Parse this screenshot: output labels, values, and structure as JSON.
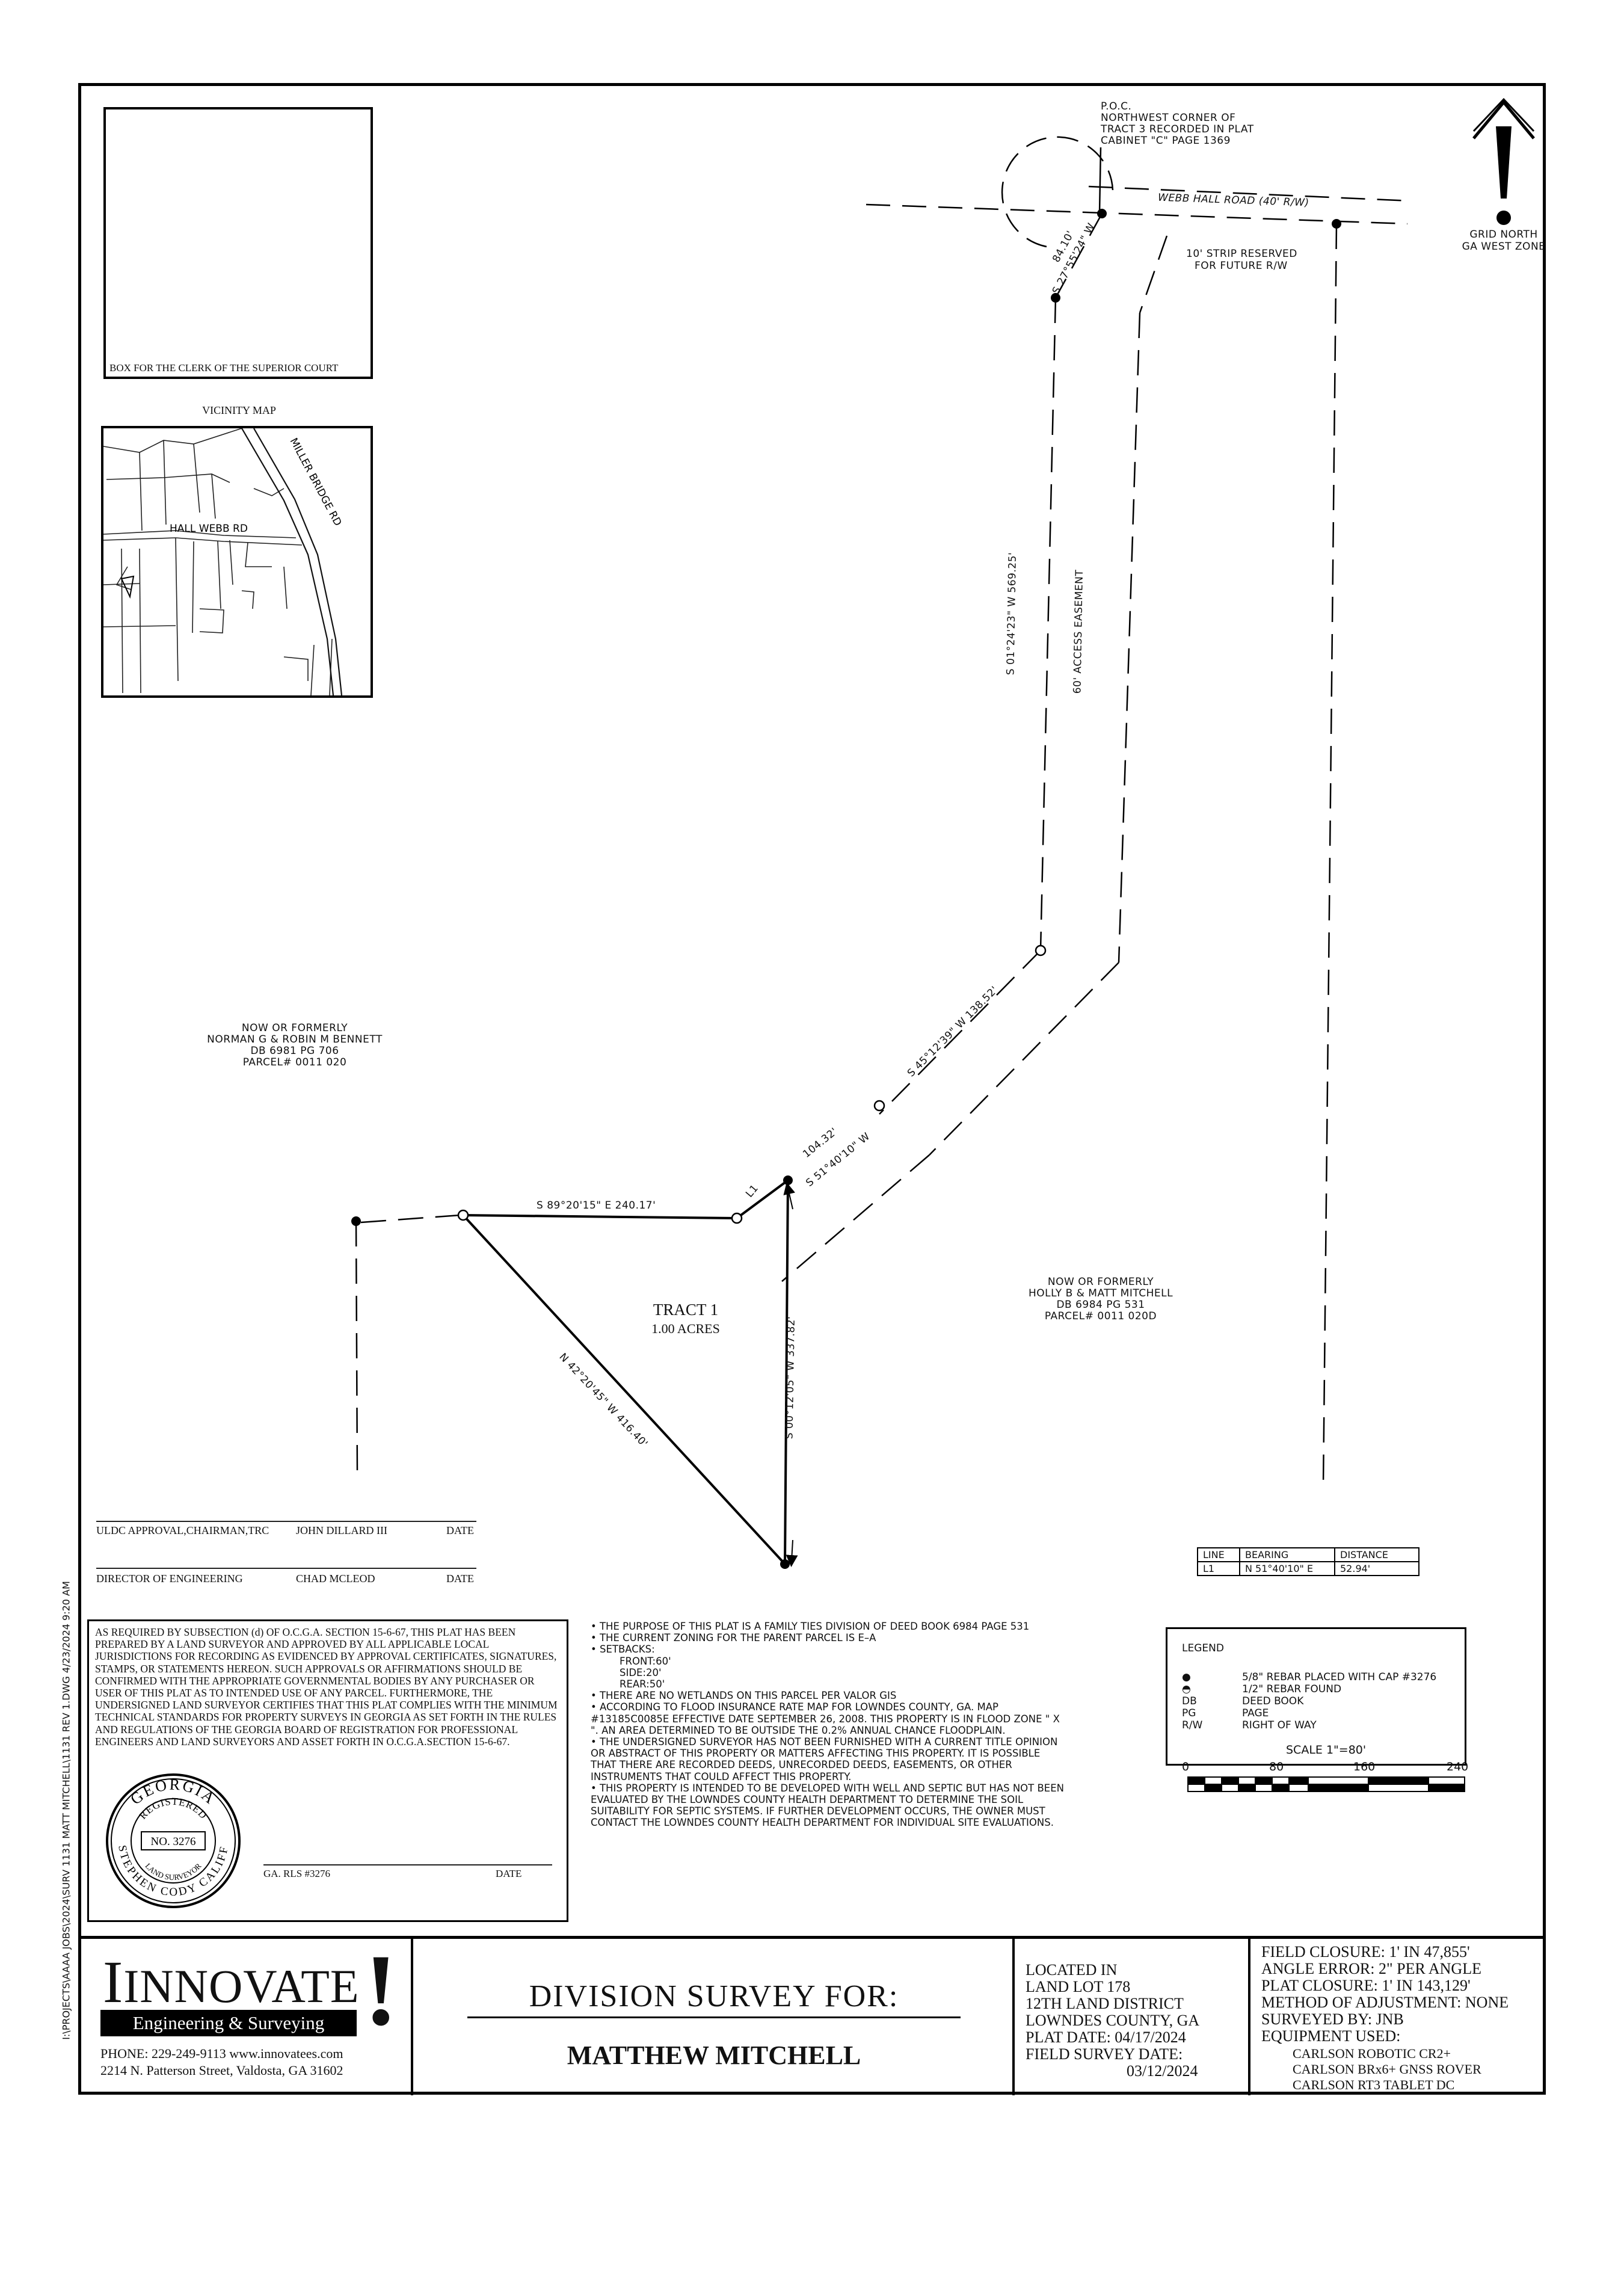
{
  "clerk_box": {
    "label": "BOX FOR THE CLERK OF THE SUPERIOR COURT"
  },
  "vicinity_map": {
    "title": "VICINITY MAP",
    "road_1": "MILLER BRIDGE RD",
    "road_2": "HALL WEBB RD"
  },
  "signatures": {
    "row1": {
      "role": "ULDC APPROVAL,CHAIRMAN,TRC",
      "name": "JOHN DILLARD III",
      "date": "DATE"
    },
    "row2": {
      "role": "DIRECTOR OF ENGINEERING",
      "name": "CHAD MCLEOD",
      "date": "DATE"
    }
  },
  "file_path": "I:\\PROJECTS\\AAAA JOBS\\2024\\SURV 1131 MATT MITCHELL\\1131 REV 1.DWG 4/23/2024 9:20 AM",
  "certificate": {
    "text": "AS REQUIRED BY SUBSECTION (d) OF O.C.G.A. SECTION 15-6-67, THIS PLAT HAS BEEN PREPARED BY A LAND SURVEYOR AND APPROVED BY ALL APPLICABLE LOCAL JURISDICTIONS FOR RECORDING AS EVIDENCED BY APPROVAL CERTIFICATES, SIGNATURES, STAMPS, OR STATEMENTS HEREON. SUCH APPROVALS OR AFFIRMATIONS SHOULD BE CONFIRMED WITH THE APPROPRIATE GOVERNMENTAL BODIES BY ANY PURCHASER OR USER OF THIS PLAT AS TO INTENDED USE OF ANY PARCEL. FURTHERMORE, THE UNDERSIGNED LAND SURVEYOR CERTIFIES THAT THIS PLAT COMPLIES WITH THE MINIMUM TECHNICAL STANDARDS FOR PROPERTY SURVEYS IN GEORGIA AS SET FORTH IN THE RULES AND REGULATIONS OF THE GEORGIA BOARD OF REGISTRATION FOR PROFESSIONAL ENGINEERS AND LAND SURVEYORS AND ASSET FORTH IN O.C.G.A.SECTION 15-6-67.",
    "rls": "GA. RLS #3276",
    "date": "DATE",
    "seal": {
      "state": "GEORGIA",
      "registered": "REGISTERED",
      "number": "NO. 3276",
      "land_surveyor": "LAND SURVEYOR",
      "name": "STEPHEN CODY CALIFF"
    }
  },
  "notes": [
    "•   THE PURPOSE OF THIS PLAT IS A FAMILY TIES DIVISION OF DEED BOOK 6984 PAGE 531",
    "•   THE CURRENT ZONING FOR THE PARENT PARCEL IS E–A",
    "•   SETBACKS:",
    "FRONT:60'",
    "SIDE:20'",
    "REAR:50'",
    "•   THERE ARE NO WETLANDS ON THIS PARCEL PER VALOR GIS",
    "•   ACCORDING TO FLOOD INSURANCE RATE MAP FOR LOWNDES COUNTY, GA. MAP #13185C0085E EFFECTIVE DATE SEPTEMBER 26, 2008. THIS PROPERTY IS IN FLOOD ZONE \" X \". AN AREA DETERMINED TO BE OUTSIDE THE 0.2% ANNUAL CHANCE FLOODPLAIN.",
    "•   THE UNDERSIGNED SURVEYOR HAS NOT BEEN FURNISHED WITH A CURRENT TITLE OPINION OR ABSTRACT OF THIS PROPERTY OR MATTERS AFFECTING THIS PROPERTY. IT IS POSSIBLE THAT THERE ARE RECORDED DEEDS, UNRECORDED DEEDS, EASEMENTS, OR OTHER INSTRUMENTS THAT COULD AFFECT THIS PROPERTY.",
    "•   THIS PROPERTY IS INTENDED TO BE DEVELOPED WITH WELL AND SEPTIC BUT HAS NOT BEEN EVALUATED BY THE LOWNDES COUNTY HEALTH DEPARTMENT TO DETERMINE THE SOIL SUITABILITY FOR SEPTIC SYSTEMS. IF FURTHER DEVELOPMENT OCCURS, THE OWNER MUST CONTACT THE LOWNDES COUNTY HEALTH DEPARTMENT FOR INDIVIDUAL SITE EVALUATIONS."
  ],
  "line_table": {
    "headers": [
      "LINE",
      "BEARING",
      "DISTANCE"
    ],
    "rows": [
      [
        "L1",
        "N 51°40'10\" E",
        "52.94'"
      ]
    ]
  },
  "legend": {
    "title": "LEGEND",
    "items": [
      {
        "symbol": "●",
        "text": "5/8\" REBAR PLACED WITH CAP #3276"
      },
      {
        "symbol": "◓",
        "text": "1/2\" REBAR FOUND"
      },
      {
        "symbol": "DB",
        "text": "DEED BOOK"
      },
      {
        "symbol": "PG",
        "text": "PAGE"
      },
      {
        "symbol": "R/W",
        "text": "RIGHT OF WAY"
      }
    ]
  },
  "scale": {
    "label": "SCALE 1\"=80'",
    "ticks": [
      "0",
      "80",
      "160",
      "240"
    ]
  },
  "north": {
    "line1": "GRID NORTH",
    "line2": "GA WEST ZONE"
  },
  "plat": {
    "poc": [
      "P.O.C.",
      "NORTHWEST CORNER OF",
      "TRACT 3 RECORDED IN PLAT",
      "CABINET \"C\" PAGE 1369"
    ],
    "road": "WEBB HALL ROAD (40' R/W)",
    "strip": [
      "10' STRIP RESERVED",
      "FOR FUTURE R/W"
    ],
    "call_poc_bearing": "S 27°55'24\" W",
    "call_poc_distance": "84.10'",
    "call_long": "S 01°24'23\" W 569.25'",
    "easement": "60' ACCESS EASEMENT",
    "call_diag": "S 45°12'39\" W 138.52'",
    "call_short_distance": "104.32'",
    "call_short_bearing": "S 51°40'10\" W",
    "l1": "L1",
    "call_top": "S 89°20'15\" E 240.17'",
    "call_right": "S 00°12'05\" W 337.82'",
    "call_hyp": "N 42°20'45\" W 416.40'",
    "tract_name": "TRACT 1",
    "tract_area": "1.00 ACRES",
    "owner_left": [
      "NOW OR FORMERLY",
      "NORMAN G & ROBIN M BENNETT",
      "DB 6981 PG 706",
      "PARCEL# 0011 020"
    ],
    "owner_right": [
      "NOW OR FORMERLY",
      "HOLLY B & MATT MITCHELL",
      "DB 6984 PG 531",
      "PARCEL# 0011 020D"
    ]
  },
  "title_block": {
    "company_name": "INNOVATE",
    "company_mark": "!",
    "company_sub": "Engineering & Surveying",
    "phone": "PHONE: 229-249-9113  www.innovatees.com",
    "address": "2214 N. Patterson Street, Valdosta, GA 31602",
    "survey_title": "DIVISION  SURVEY FOR:",
    "client": "MATTHEW MITCHELL",
    "location": [
      "LOCATED IN",
      "LAND LOT 178",
      "12TH LAND DISTRICT",
      "LOWNDES COUNTY, GA",
      "PLAT DATE: 04/17/2024",
      "FIELD SURVEY DATE:",
      "03/12/2024"
    ],
    "field": [
      "FIELD CLOSURE: 1' IN 47,855'",
      "ANGLE ERROR: 2\" PER ANGLE",
      "PLAT CLOSURE: 1' IN 143,129'",
      "METHOD OF ADJUSTMENT: NONE",
      "SURVEYED BY: JNB",
      "EQUIPMENT USED:",
      "CARLSON ROBOTIC CR2+",
      "CARLSON BRx6+ GNSS ROVER",
      "CARLSON RT3 TABLET DC"
    ]
  }
}
